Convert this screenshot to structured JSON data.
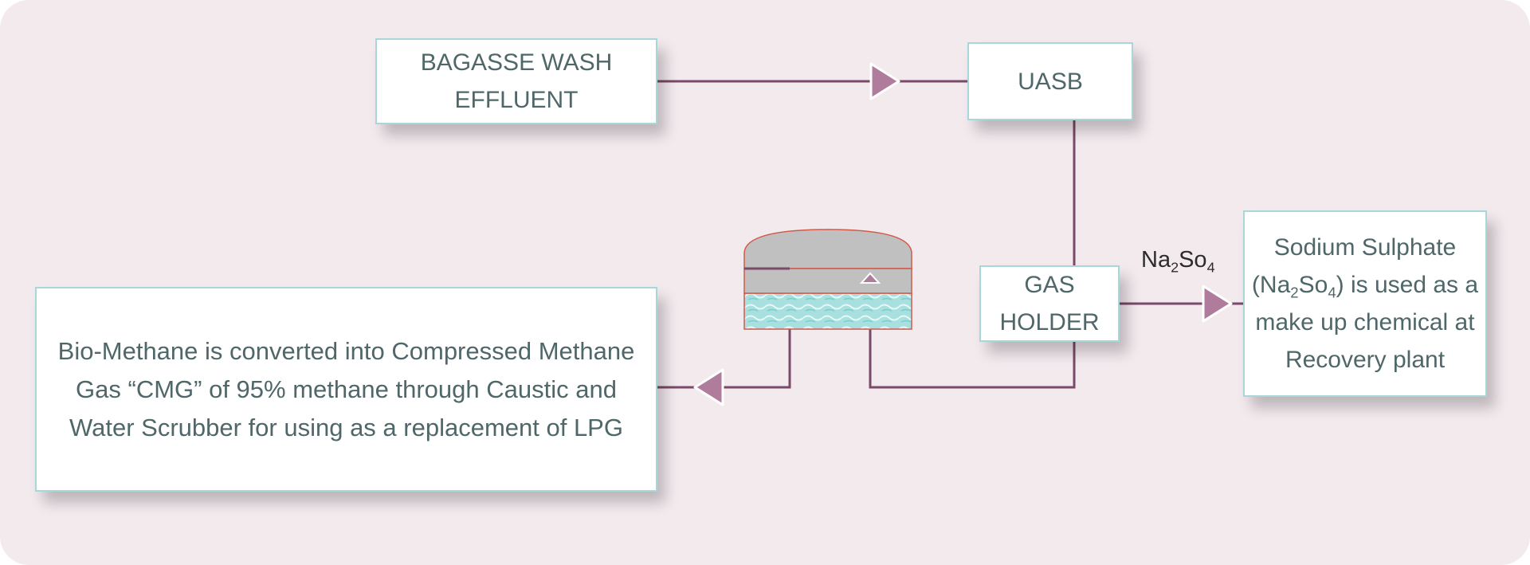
{
  "nodes": {
    "bagasse": {
      "line1": "BAGASSE WASH",
      "line2": "EFFLUENT"
    },
    "uasb": {
      "label": "UASB"
    },
    "gas_holder": {
      "line1": "GAS",
      "line2": "HOLDER"
    },
    "sodium": {
      "line1": "Sodium Sulphate",
      "line2_pre": "(Na",
      "line2_sub1": "2",
      "line2_mid": "So",
      "line2_sub2": "4",
      "line2_post": ") is used as a",
      "line3": "make up chemical at",
      "line4": "Recovery plant"
    },
    "biomethane": {
      "line1": "Bio-Methane is converted into Compressed Methane",
      "line2": "Gas “CMG” of 95% methane through Caustic and",
      "line3": "Water Scrubber for using as a replacement of LPG"
    }
  },
  "edge_label": {
    "pre": "Na",
    "sub1": "2",
    "mid": "So",
    "sub2": "4"
  },
  "colors": {
    "background": "#f3eaee",
    "box_border": "#a9d6d9",
    "box_text": "#4f6769",
    "connector": "#7a4a68",
    "arrow": "#b07c9c",
    "tank_dome": "#c0c0c0",
    "tank_outline": "#d05a4a",
    "tank_water": "#9fdcdc"
  },
  "icons": {
    "scrubber": "scrubber-tank-icon"
  }
}
